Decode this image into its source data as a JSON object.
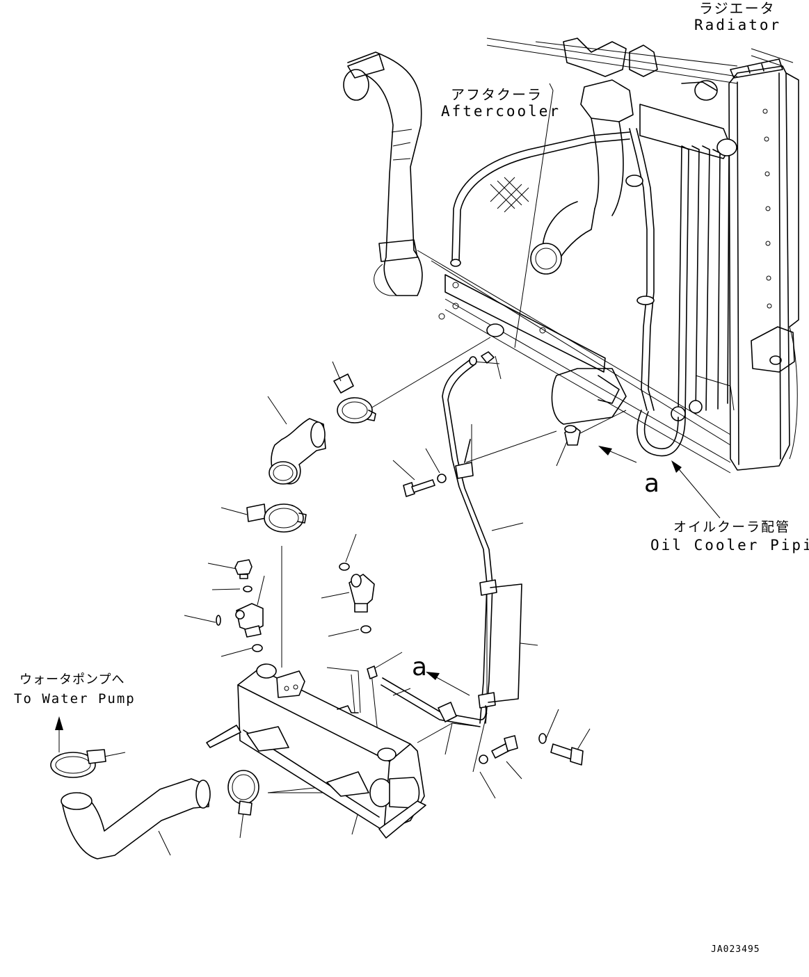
{
  "labels": {
    "radiator_jp": "ラジエータ",
    "radiator_en": "Radiator",
    "aftercooler_jp": "アフタクーラ",
    "aftercooler_en": "Aftercooler",
    "oil_cooler_jp": "オイルクーラ配管",
    "oil_cooler_en": "Oil Cooler Piping",
    "water_pump_jp": "ウォータポンプへ",
    "water_pump_en": "To Water Pump"
  },
  "view_marker": "a",
  "drawing_code": "JA023495",
  "colors": {
    "line": "#000000",
    "background": "#ffffff"
  }
}
